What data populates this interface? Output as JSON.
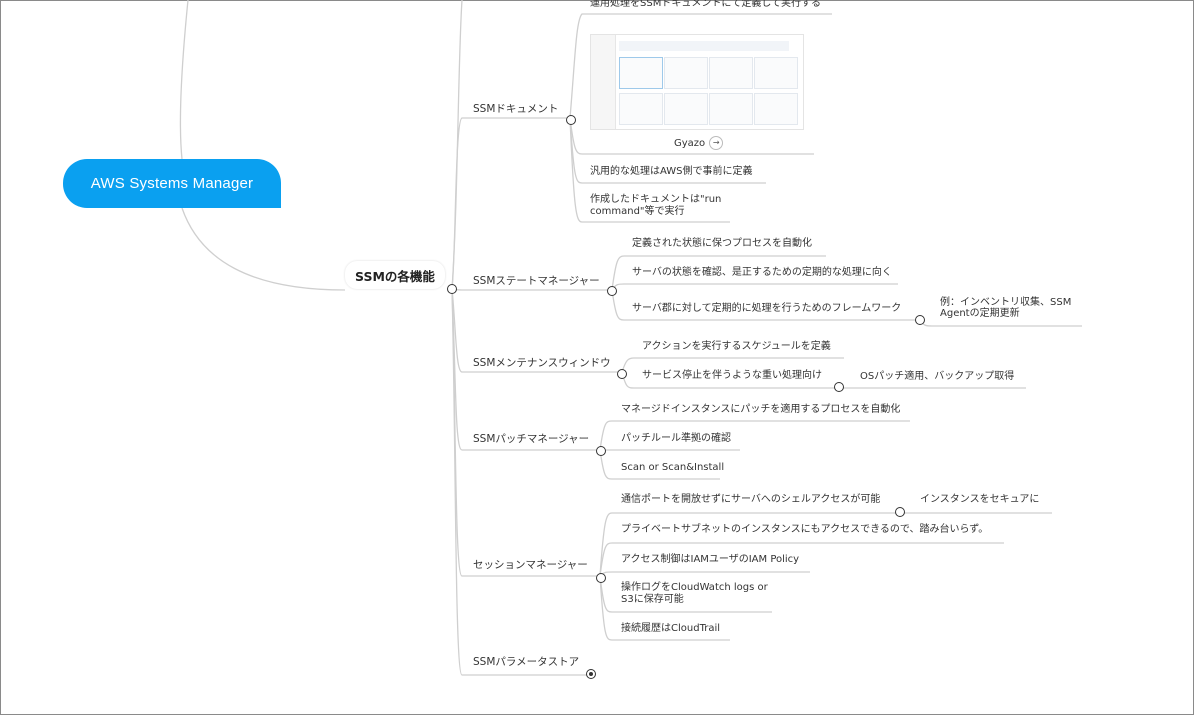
{
  "root": {
    "label": "AWS Systems Manager"
  },
  "hub": {
    "label": "SSMの各機能"
  },
  "branches": {
    "document": {
      "label": "SSMドキュメント",
      "items": [
        "運用処理をSSMドキュメントにて定義して実行する",
        "汎用的な処理はAWS側で事前に定義",
        "作成したドキュメントは\"run",
        "command\"等で実行"
      ],
      "image_link": "Gyazo",
      "image_link_icon": "arrow-right-icon"
    },
    "state": {
      "label": "SSMステートマネージャー",
      "items": [
        "定義された状態に保つプロセスを自動化",
        "サーバの状態を確認、是正するための定期的な処理に向く",
        "サーバ郡に対して定期的に処理を行うためのフレームワーク"
      ],
      "sub": [
        "例：インベントリ収集、SSM",
        "Agentの定期更新"
      ]
    },
    "maintenance": {
      "label": "SSMメンテナンスウィンドウ",
      "items": [
        "アクションを実行するスケジュールを定義",
        "サービス停止を伴うような重い処理向け"
      ],
      "sub": "OSパッチ適用、バックアップ取得"
    },
    "patch": {
      "label": "SSMパッチマネージャー",
      "items": [
        "マネージドインスタンスにパッチを適用するプロセスを自動化",
        "パッチルール準拠の確認",
        "Scan or Scan&Install"
      ]
    },
    "session": {
      "label": "セッションマネージャー",
      "items": [
        "通信ポートを開放せずにサーバへのシェルアクセスが可能",
        "プライベートサブネットのインスタンスにもアクセスできるので、踏み台いらず。",
        "アクセス制御はIAMユーザのIAM Policy",
        "操作ログをCloudWatch logs or",
        "S3に保存可能",
        "接続履歴はCloudTrail"
      ],
      "sub": "インスタンスをセキュアに"
    },
    "parameter": {
      "label": "SSMパラメータストア"
    }
  },
  "colors": {
    "accent": "#0aa0f0",
    "line": "#c8c8c8"
  }
}
